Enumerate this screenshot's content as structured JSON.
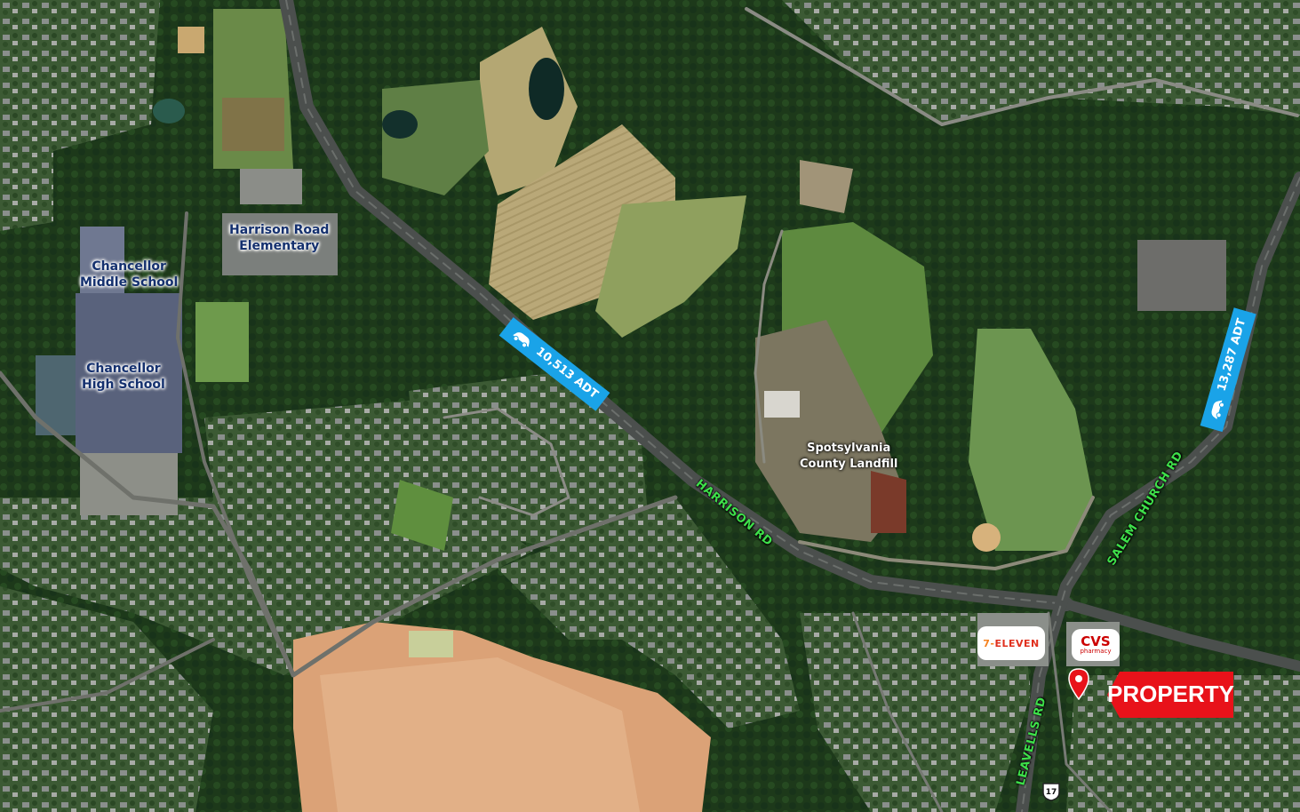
{
  "places": {
    "harrison_elementary": [
      "Harrison Road",
      "Elementary"
    ],
    "chancellor_middle": [
      "Chancellor",
      "Middle School"
    ],
    "chancellor_high": [
      "Chancellor",
      "High School"
    ],
    "landfill": [
      "Spotsylvania",
      "County Landfill"
    ]
  },
  "roads": {
    "harrison": "HARRISON RD",
    "salem_church": "SALEM CHURCH RD",
    "leavells": "LEAVELLS RD",
    "route_number": "17"
  },
  "traffic": {
    "harrison_adt": "10,513 ADT",
    "salem_adt": "13,287 ADT"
  },
  "businesses": {
    "seven_eleven_a": "7-",
    "seven_eleven_b": "ELEVEN",
    "cvs_name": "CVS",
    "cvs_sub": "pharmacy"
  },
  "property_label": "PROPERTY",
  "colors": {
    "forest": "#1e3b1b",
    "road": "#555a58",
    "adt_badge": "#1aa3e8",
    "road_label": "#3ee04a",
    "property": "#e8121a",
    "school_label": "#14306e"
  }
}
